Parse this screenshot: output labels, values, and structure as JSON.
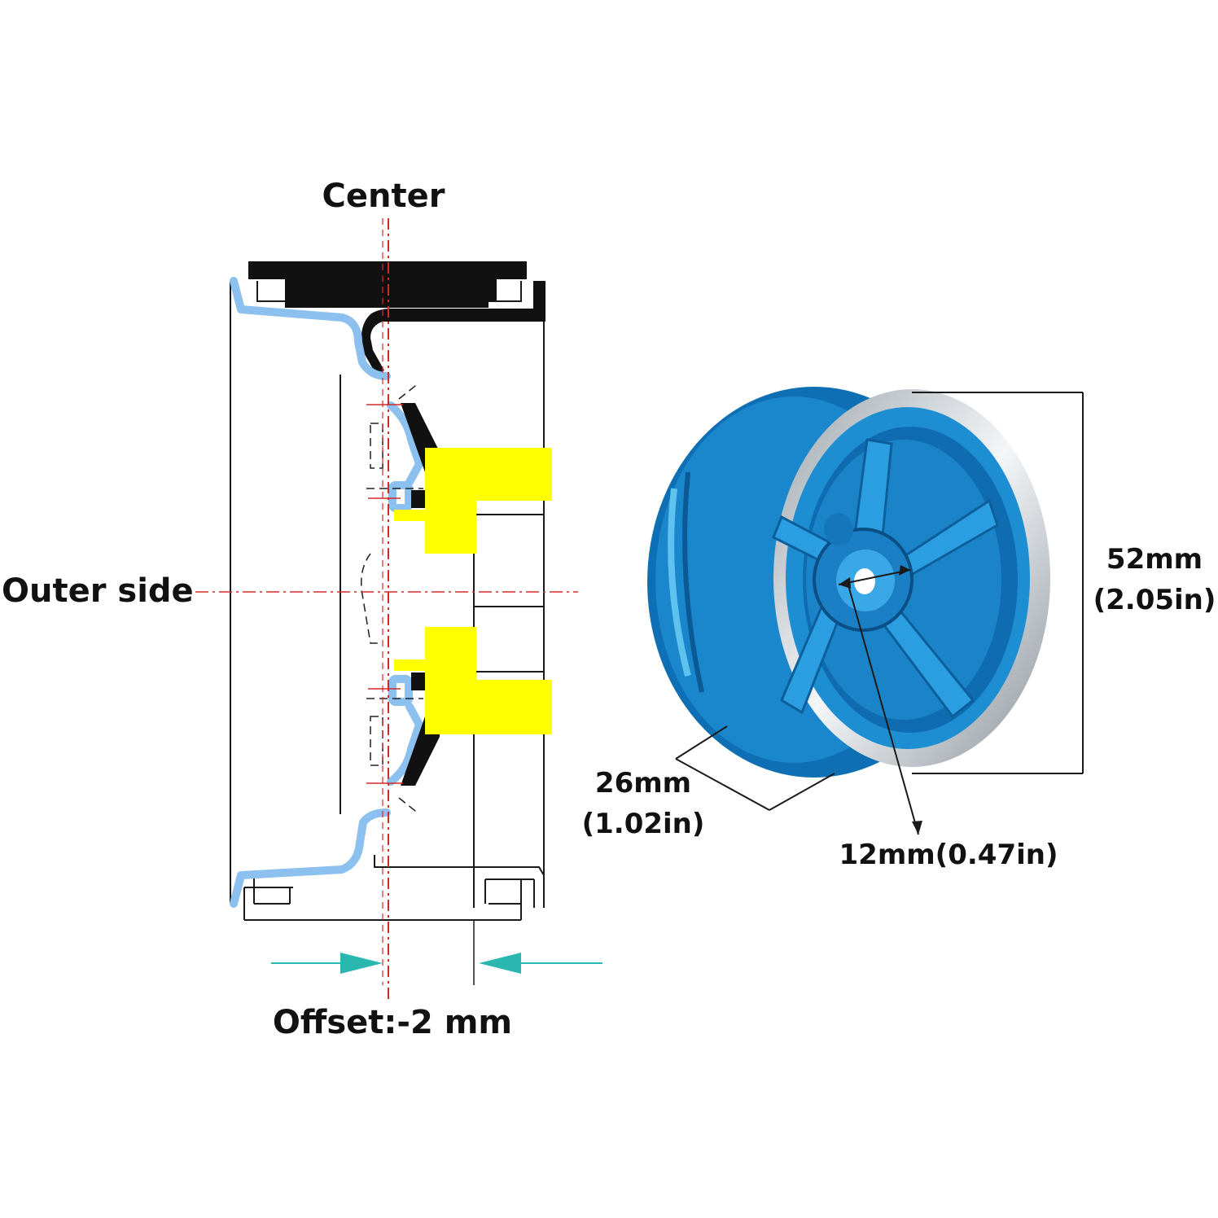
{
  "labels": {
    "center": "Center",
    "outer_side": "Outer side",
    "offset": "Offset:-2 mm",
    "width_mm": "26mm",
    "width_in": "(1.02in)",
    "diameter_mm": "52mm",
    "diameter_in": "(2.05in)",
    "bore": "12mm(0.47in)"
  },
  "colors": {
    "rim_outline": "#1a1a1a",
    "rim_blue_highlight": "#8cc0ef",
    "hub_yellow": "#ffff00",
    "centerline_red": "#d22a2a",
    "offset_arrow_teal": "#2ab7b0",
    "wheel_blue": "#1f8fd1",
    "wheel_blue_dark": "#0c5f9e",
    "wheel_lip_silver": "#d9dee3"
  },
  "icons": {
    "offset_arrows": "arrow-right-icon",
    "wheel": "rc-wheel-rim-icon"
  }
}
